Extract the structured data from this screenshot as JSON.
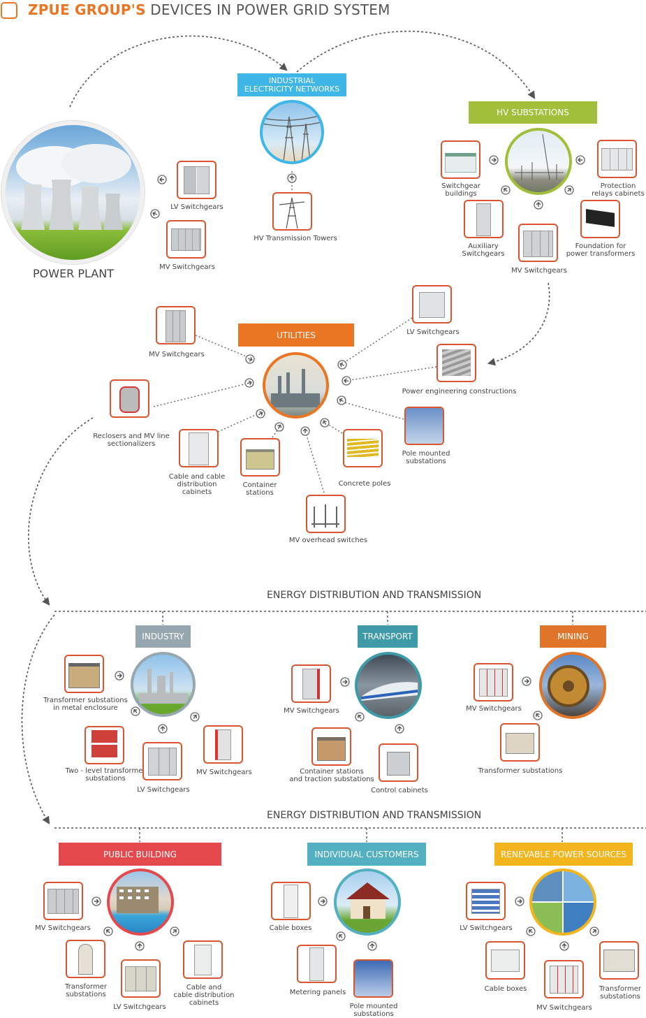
{
  "header": {
    "title_accent": "ZPUE GROUP'S",
    "title_rest": " DEVICES IN POWER GRID SYSTEM"
  },
  "colors": {
    "orange": "#ea7624",
    "industrial_blue": "#3fb6e8",
    "hv_green": "#a1bf3a",
    "industry_gray": "#97a7b0",
    "transport_teal": "#3d9aa6",
    "mining_orange": "#e0752a",
    "public_red": "#e5494d",
    "individual_teal": "#52b0c1",
    "renewable_yellow": "#f2b51e",
    "thumb_border": "#d9542f"
  },
  "power_plant": {
    "label": "POWER PLANT"
  },
  "banners": {
    "industrial": "INDUSTRIAL\nELECTRICITY NETWORKS",
    "hv": "HV SUBSTATIONS",
    "utilities": "UTILITIES",
    "industry": "INDUSTRY",
    "transport": "TRANSPORT",
    "mining": "MINING",
    "public": "PUBLIC BUILDING",
    "individual": "INDIVIDUAL CUSTOMERS",
    "renewable": "RENEVABLE POWER SOURCES"
  },
  "sections": {
    "dist1": "ENERGY DISTRIBUTION AND TRANSMISSION",
    "dist2": "ENERGY DISTRIBUTION AND TRANSMISSION"
  },
  "items": {
    "pp_lv": "LV Switchgears",
    "pp_mv": "MV Switchgears",
    "ind_towers": "HV Transmission Towers",
    "hv_buildings": "Switchgear\nbuildings",
    "hv_protection": "Protection\nrelays cabinets",
    "hv_aux": "Auxiliary\nSwitchgears",
    "hv_mv": "MV Switchgears",
    "hv_foundation": "Foundation for\npower transformers",
    "ut_mv": "MV Switchgears",
    "ut_lv": "LV Switchgears",
    "ut_construct": "Power engineering constructions",
    "ut_reclosers": "Reclosers and MV line\nsectionalizers",
    "ut_cable": "Cable and cable\ndistribution cabinets",
    "ut_container": "Container\nstations",
    "ut_concrete": "Concrete poles",
    "ut_pole": "Pole mounted\nsubstations",
    "ut_overhead": "MV overhead switches",
    "in_metal": "Transformer substations\nin metal enclosure",
    "in_two": "Two - level transformer\nsubstations",
    "in_lv": "LV Switchgears",
    "in_mv": "MV Switchgears",
    "tr_mv": "MV Switchgears",
    "tr_container": "Container stations\nand traction substations",
    "tr_control": "Control cabinets",
    "mi_mv": "MV Switchgears",
    "mi_transformer": "Transformer substations",
    "pb_mv": "MV Switchgears",
    "pb_transformer": "Transformer\nsubstations",
    "pb_lv": "LV Switchgears",
    "pb_cable": "Cable and\ncable distribution\ncabinets",
    "ic_cable": "Cable boxes",
    "ic_metering": "Metering panels",
    "ic_pole": "Pole mounted\nsubstations",
    "re_lv": "LV Switchgears",
    "re_cable": "Cable boxes",
    "re_mv": "MV Switchgears",
    "re_transformer": "Transformer\nsubstations"
  }
}
